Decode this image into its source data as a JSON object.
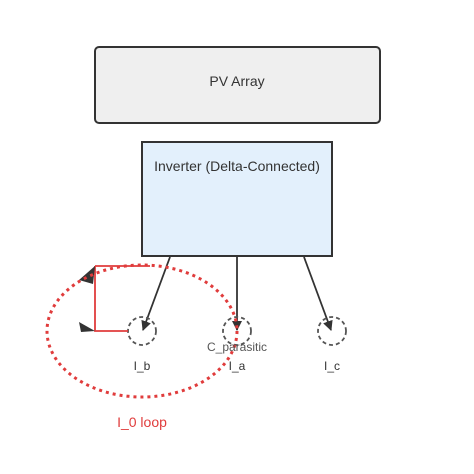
{
  "blocks": {
    "pv_array": "PV Array",
    "inverter": "Inverter (Delta-Connected)"
  },
  "terminals": {
    "b": "I_b",
    "a": "I_a",
    "c": "I_c"
  },
  "capacitor_label": "C_parasitic",
  "loop_label": "I_0 loop",
  "colors": {
    "pv_fill": "#efefef",
    "inverter_fill": "#e3f0fc",
    "stroke": "#333333",
    "loop": "#e03c3c"
  }
}
